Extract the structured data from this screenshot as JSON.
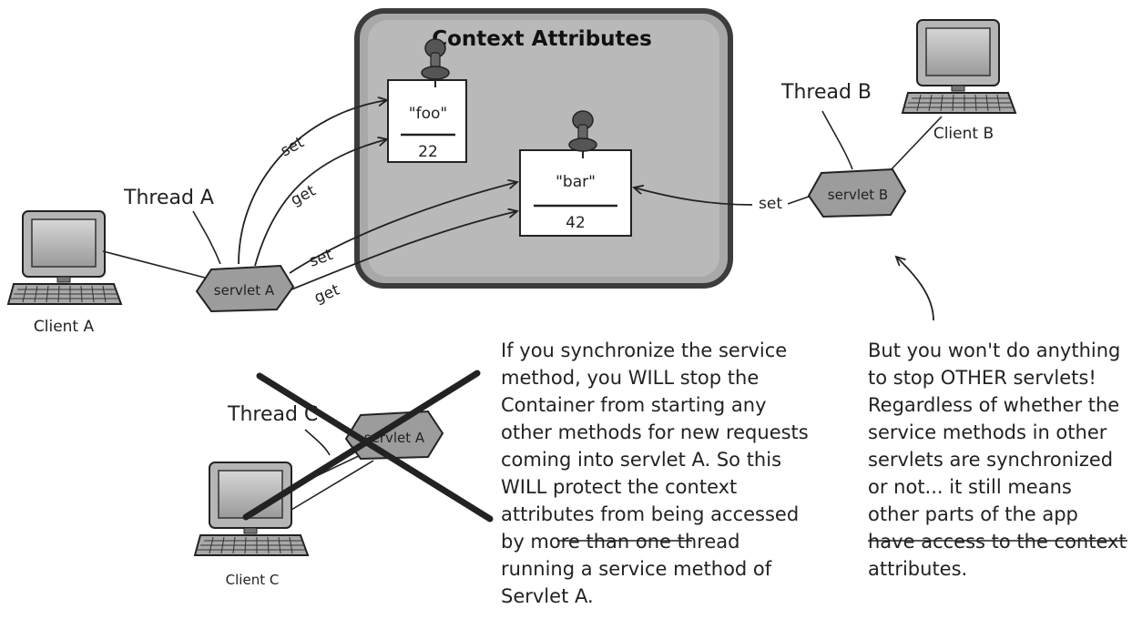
{
  "context_box": {
    "title": "Context Attributes"
  },
  "attributes": [
    {
      "name": "\"foo\"",
      "value": "22"
    },
    {
      "name": "\"bar\"",
      "value": "42"
    }
  ],
  "clients": {
    "a": "Client A",
    "b": "Client B",
    "c": "Client C"
  },
  "threads": {
    "a": "Thread A",
    "b": "Thread B",
    "c": "Thread C"
  },
  "servlets": {
    "a": "servlet A",
    "b": "servlet B",
    "c": "servlet A"
  },
  "arrow_labels": {
    "set": "set",
    "get": "get"
  },
  "note_left": {
    "lines": [
      "If you synchronize the service",
      "method, you WILL stop the",
      "Container from starting any",
      "other methods for new requests",
      "coming into servlet A. So this",
      "WILL protect the context",
      "attributes from being accessed",
      "by more than one thread",
      "running a service method of",
      "Servlet A."
    ]
  },
  "note_right": {
    "lines": [
      "But you won't do anything",
      "to stop OTHER servlets!",
      "Regardless of whether the",
      "service methods in other",
      "servlets are synchronized",
      "or not... it still means",
      "other parts of the app",
      "have access to the context",
      "attributes."
    ]
  }
}
